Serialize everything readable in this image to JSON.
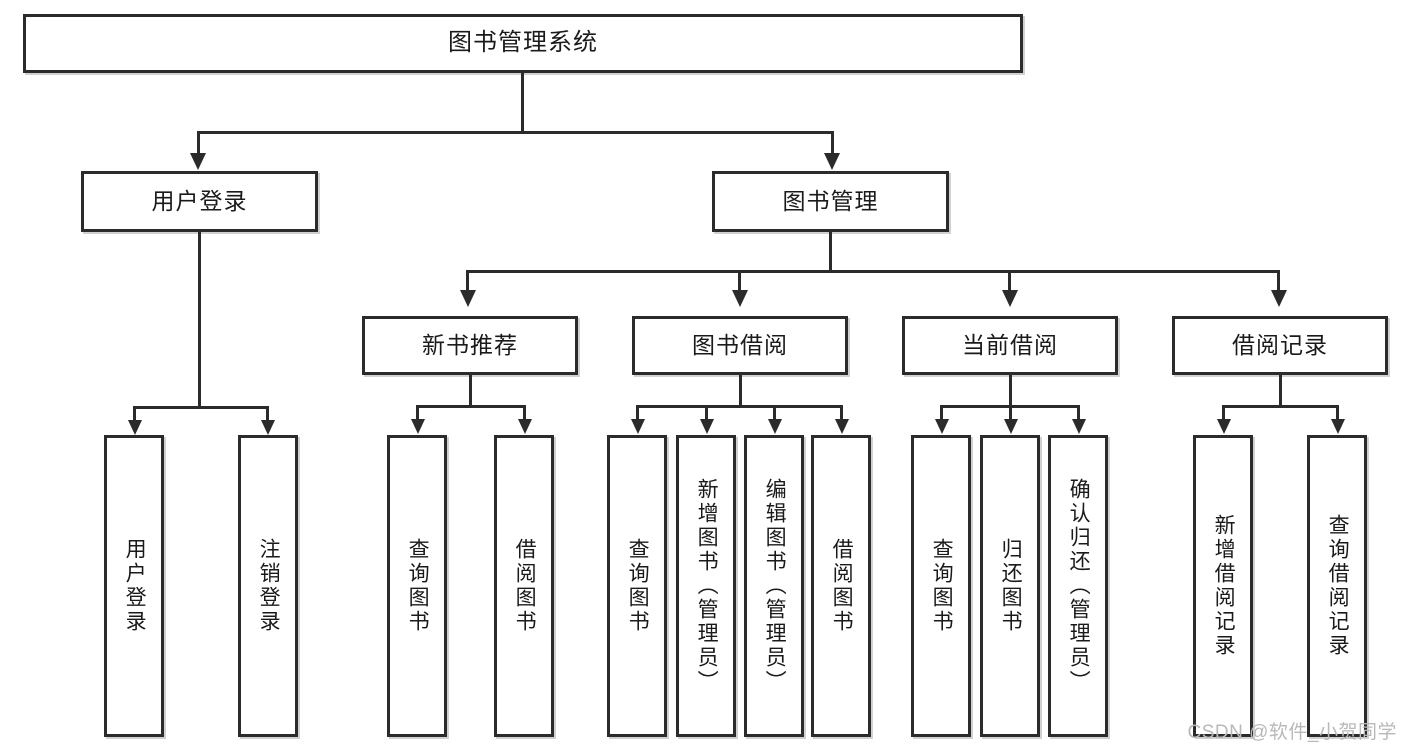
{
  "diagram": {
    "title": "图书管理系统",
    "type": "tree-hierarchy-chart",
    "watermark": "CSDN @软件_小贺同学",
    "accent_color": "#2b2b2b",
    "background_color": "#ffffff",
    "root": {
      "label": "图书管理系统"
    },
    "level2": [
      {
        "label": "用户登录"
      },
      {
        "label": "图书管理"
      }
    ],
    "level3": [
      {
        "label": "新书推荐"
      },
      {
        "label": "图书借阅"
      },
      {
        "label": "当前借阅"
      },
      {
        "label": "借阅记录"
      }
    ],
    "leaves": {
      "user_login": [
        {
          "label": "用户登录"
        },
        {
          "label": "注销登录"
        }
      ],
      "new_book_recommend": [
        {
          "label": "查询图书"
        },
        {
          "label": "借阅图书"
        }
      ],
      "book_borrow": [
        {
          "label": "查询图书"
        },
        {
          "label": "新增图书（管理员）"
        },
        {
          "label": "编辑图书（管理员）"
        },
        {
          "label": "借阅图书"
        }
      ],
      "current_borrow": [
        {
          "label": "查询图书"
        },
        {
          "label": "归还图书"
        },
        {
          "label": "确认归还（管理员）"
        }
      ],
      "borrow_record": [
        {
          "label": "新增借阅记录"
        },
        {
          "label": "查询借阅记录"
        }
      ]
    }
  }
}
